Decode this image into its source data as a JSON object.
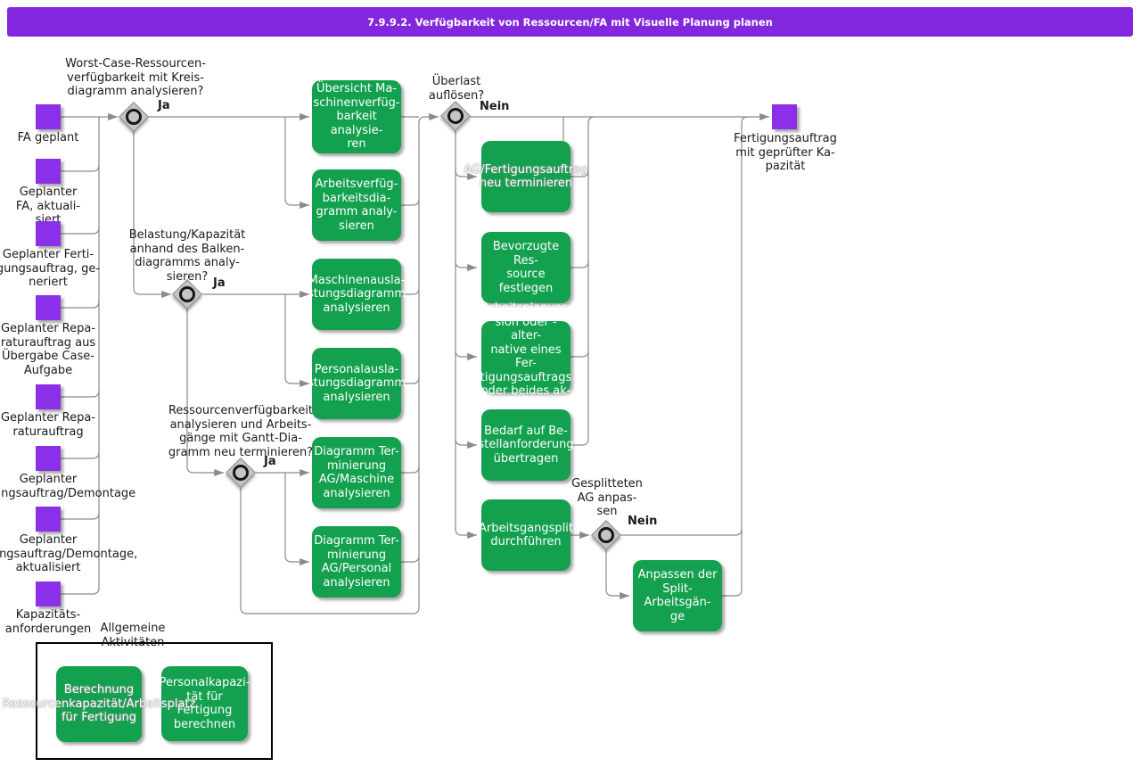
{
  "header": {
    "title": "7.9.9.2. Verfügbarkeit von Ressourcen/FA mit Visuelle Planung planen"
  },
  "colors": {
    "title_bar": "#8227DE",
    "event": "#8B2FE8",
    "activity": "#13A04F",
    "connector": "#8A8A8A",
    "diamond_fill": "#C4C4C4",
    "diamond_ring": "#161616"
  },
  "events": [
    {
      "label": "FA geplant"
    },
    {
      "label": "Geplanter\nFA, aktuali-\nsiert"
    },
    {
      "label": "Geplanter Ferti-\ngungsauftrag, ge-\nneriert"
    },
    {
      "label": "Geplanter Repa-\nraturauftrag aus\nÜbergabe Case-\nAufgabe"
    },
    {
      "label": "Geplanter Repa-\nraturauftrag"
    },
    {
      "label": "Geplanter\nFertigungsauftrag/Demontage"
    },
    {
      "label": "Geplanter\nFertigungsauftrag/Demontage,\naktualisiert"
    },
    {
      "label": "Kapazitäts-\nanforderungen"
    }
  ],
  "end_event": {
    "label": "Fertigungsauftrag\nmit geprüfter Ka-\npazität"
  },
  "decisions": [
    {
      "question": "Worst-Case-Ressourcen-\nverfügbarkeit mit Kreis-\ndiagramm analysieren?",
      "branch": "Ja"
    },
    {
      "question": "Belastung/Kapazität\nanhand des Balken-\ndiagramms analy-\nsieren?",
      "branch": "Ja"
    },
    {
      "question": "Ressourcenverfügbarkeit\nanalysieren und Arbeits-\ngänge mit Gantt-Dia-\ngramm neu terminieren?",
      "branch": "Ja"
    },
    {
      "question": "Überlast\nauflösen?",
      "branch": "Nein"
    },
    {
      "question": "Gesplitteten\nAG anpas-\nsen",
      "branch": "Nein"
    }
  ],
  "activities": [
    {
      "label": "Übersicht Ma-\nschinenverfüg-\nbarkeit analysie-\nren"
    },
    {
      "label": "Arbeitsverfüg-\nbarkeitsdia-\ngramm analy-\nsieren"
    },
    {
      "label": "Maschinenausla-\nstungsdiagramm\nanalysieren"
    },
    {
      "label": "Personalausla-\nstungsdiagramm\nanalysieren"
    },
    {
      "label": "Diagramm Ter-\nminierung\nAG/Maschine\nanalysieren"
    },
    {
      "label": "Diagramm Ter-\nminierung\nAG/Personal\nanalysieren"
    },
    {
      "label": "AG/Fertigungsauftrag\nneu terminieren"
    },
    {
      "label": "Bevorzugte Res-\nsource festlegen"
    },
    {
      "label": "Arbeitsplanver-\nsion oder -alter-\nnative eines Fer-\ntigungsauftrags\noder beides ak-\ntualisieren"
    },
    {
      "label": "Bedarf auf Be-\nstellanforderung\nübertragen"
    },
    {
      "label": "Arbeitsgangsplit\ndurchführen"
    },
    {
      "label": "Anpassen der\nSplit-Arbeitsgän-\nge"
    }
  ],
  "general": {
    "label": "Allgemeine\nAktivitäten",
    "items": [
      {
        "label": "Berechnung\nRessourcenkapazität/Arbeitsplatz\nfür Fertigung"
      },
      {
        "label": "Personalkapazi-\ntät für Fertigung\nberechnen"
      }
    ]
  }
}
